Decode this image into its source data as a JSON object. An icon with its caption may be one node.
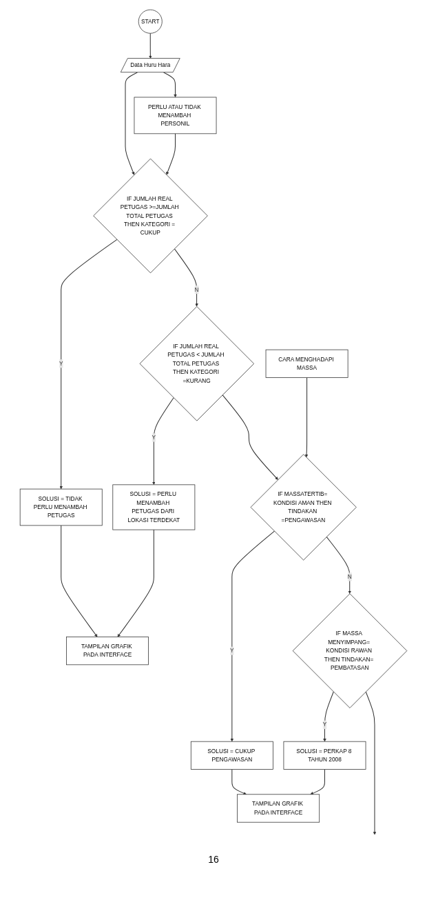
{
  "diagram": {
    "nodes": [
      {
        "text": [
          "START"
        ]
      },
      {
        "text": [
          "Data Huru Hara"
        ]
      },
      {
        "text": [
          "PERLU ATAU TIDAK MENAMBAH PERSONIL"
        ]
      },
      {
        "text": [
          "IF JUMLAH REAL PETUGAS >=JUMLAH TOTAL PETUGAS THEN KATEGORI = CUKUP"
        ]
      },
      {
        "text": [
          "SOLUSI = TIDAK PERLU MENAMBAH PETUGAS"
        ]
      },
      {
        "text": [
          "TAMPILAN GRAFIK PADA INTERFACE"
        ]
      },
      {
        "text": [
          "IF JUMLAH REAL PETUGAS < JUMLAH TOTAL PETUGAS THEN KATEGORI =KURANG"
        ]
      },
      {
        "text": [
          "SOLUSI = PERLU MENAMBAH PETUGAS DARI LOKASI TERDEKAT"
        ]
      },
      {
        "text": [
          "CARA MENGHADAPI MASSA"
        ]
      },
      {
        "text": [
          "IF MASSATERTIB= KONDISI AMAN THEN TINDAKAN =PENGAWASAN"
        ]
      },
      {
        "text": [
          "SOLUSI = CUKUP PENGAWASAN"
        ]
      },
      {
        "text": [
          "TAMPILAN GRAFIK PADA INTERFACE"
        ]
      },
      {
        "text": [
          "IF MASSA MENYIMPANG= KONDISI RAWAN THEN TINDAKAN= PEMBATASAN"
        ]
      },
      {
        "text": [
          "SOLUSI = PERKAP 8 TAHUN 2008"
        ]
      }
    ],
    "edges": [
      {
        "from": 0,
        "to": 1,
        "arrow": "to"
      },
      {
        "from": 1,
        "to": 2,
        "arrow": "to"
      },
      {
        "from": 1,
        "to": 3,
        "arrow": "to"
      },
      {
        "from": 2,
        "to": 3,
        "arrow": "to"
      },
      {
        "from": 3,
        "to": 4,
        "arrow": "to",
        "label": "Y"
      },
      {
        "from": 4,
        "to": 5,
        "arrow": "to"
      },
      {
        "from": 3,
        "to": 6,
        "arrow": "to",
        "label": "N"
      },
      {
        "from": 6,
        "to": 7,
        "arrow": "to",
        "label": "Y"
      },
      {
        "from": 7,
        "to": 5,
        "arrow": "to"
      },
      {
        "from": 6,
        "to": 9,
        "arrow": "to"
      },
      {
        "from": 8,
        "to": 9,
        "arrow": "to"
      },
      {
        "from": 9,
        "to": 10,
        "arrow": "to",
        "label": "Y"
      },
      {
        "from": 10,
        "to": 11,
        "arrow": "to"
      },
      {
        "from": 9,
        "to": 12,
        "arrow": "to",
        "label": "N"
      },
      {
        "from": 12,
        "to": 13,
        "arrow": "to",
        "label": "Y"
      },
      {
        "from": 13,
        "to": 11,
        "arrow": "to"
      },
      {
        "from": 12,
        "to": null,
        "arrow": "to"
      }
    ],
    "labels": [
      "16"
    ]
  }
}
